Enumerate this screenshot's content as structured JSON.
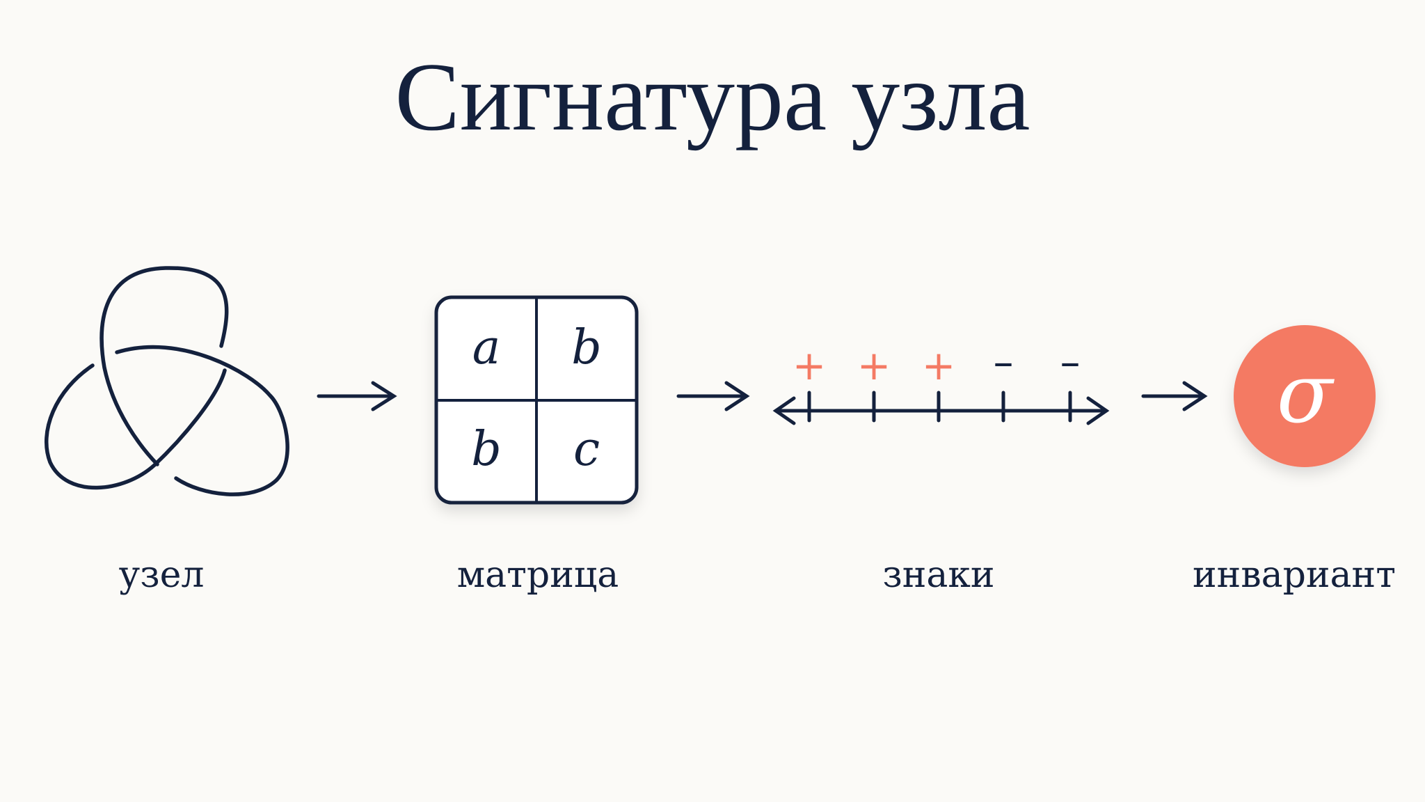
{
  "title": "Сигнатура узла",
  "stages": [
    {
      "label": "узел"
    },
    {
      "label": "матрица"
    },
    {
      "label": "знаки"
    },
    {
      "label": "инвариант"
    }
  ],
  "matrix": {
    "cells": [
      "a",
      "b",
      "b",
      "c"
    ]
  },
  "signs": [
    "+",
    "+",
    "+",
    "–",
    "–"
  ],
  "invariant_symbol": "σ",
  "colors": {
    "ink": "#14213d",
    "accent": "#f47a64",
    "background": "#fbfaf7"
  }
}
